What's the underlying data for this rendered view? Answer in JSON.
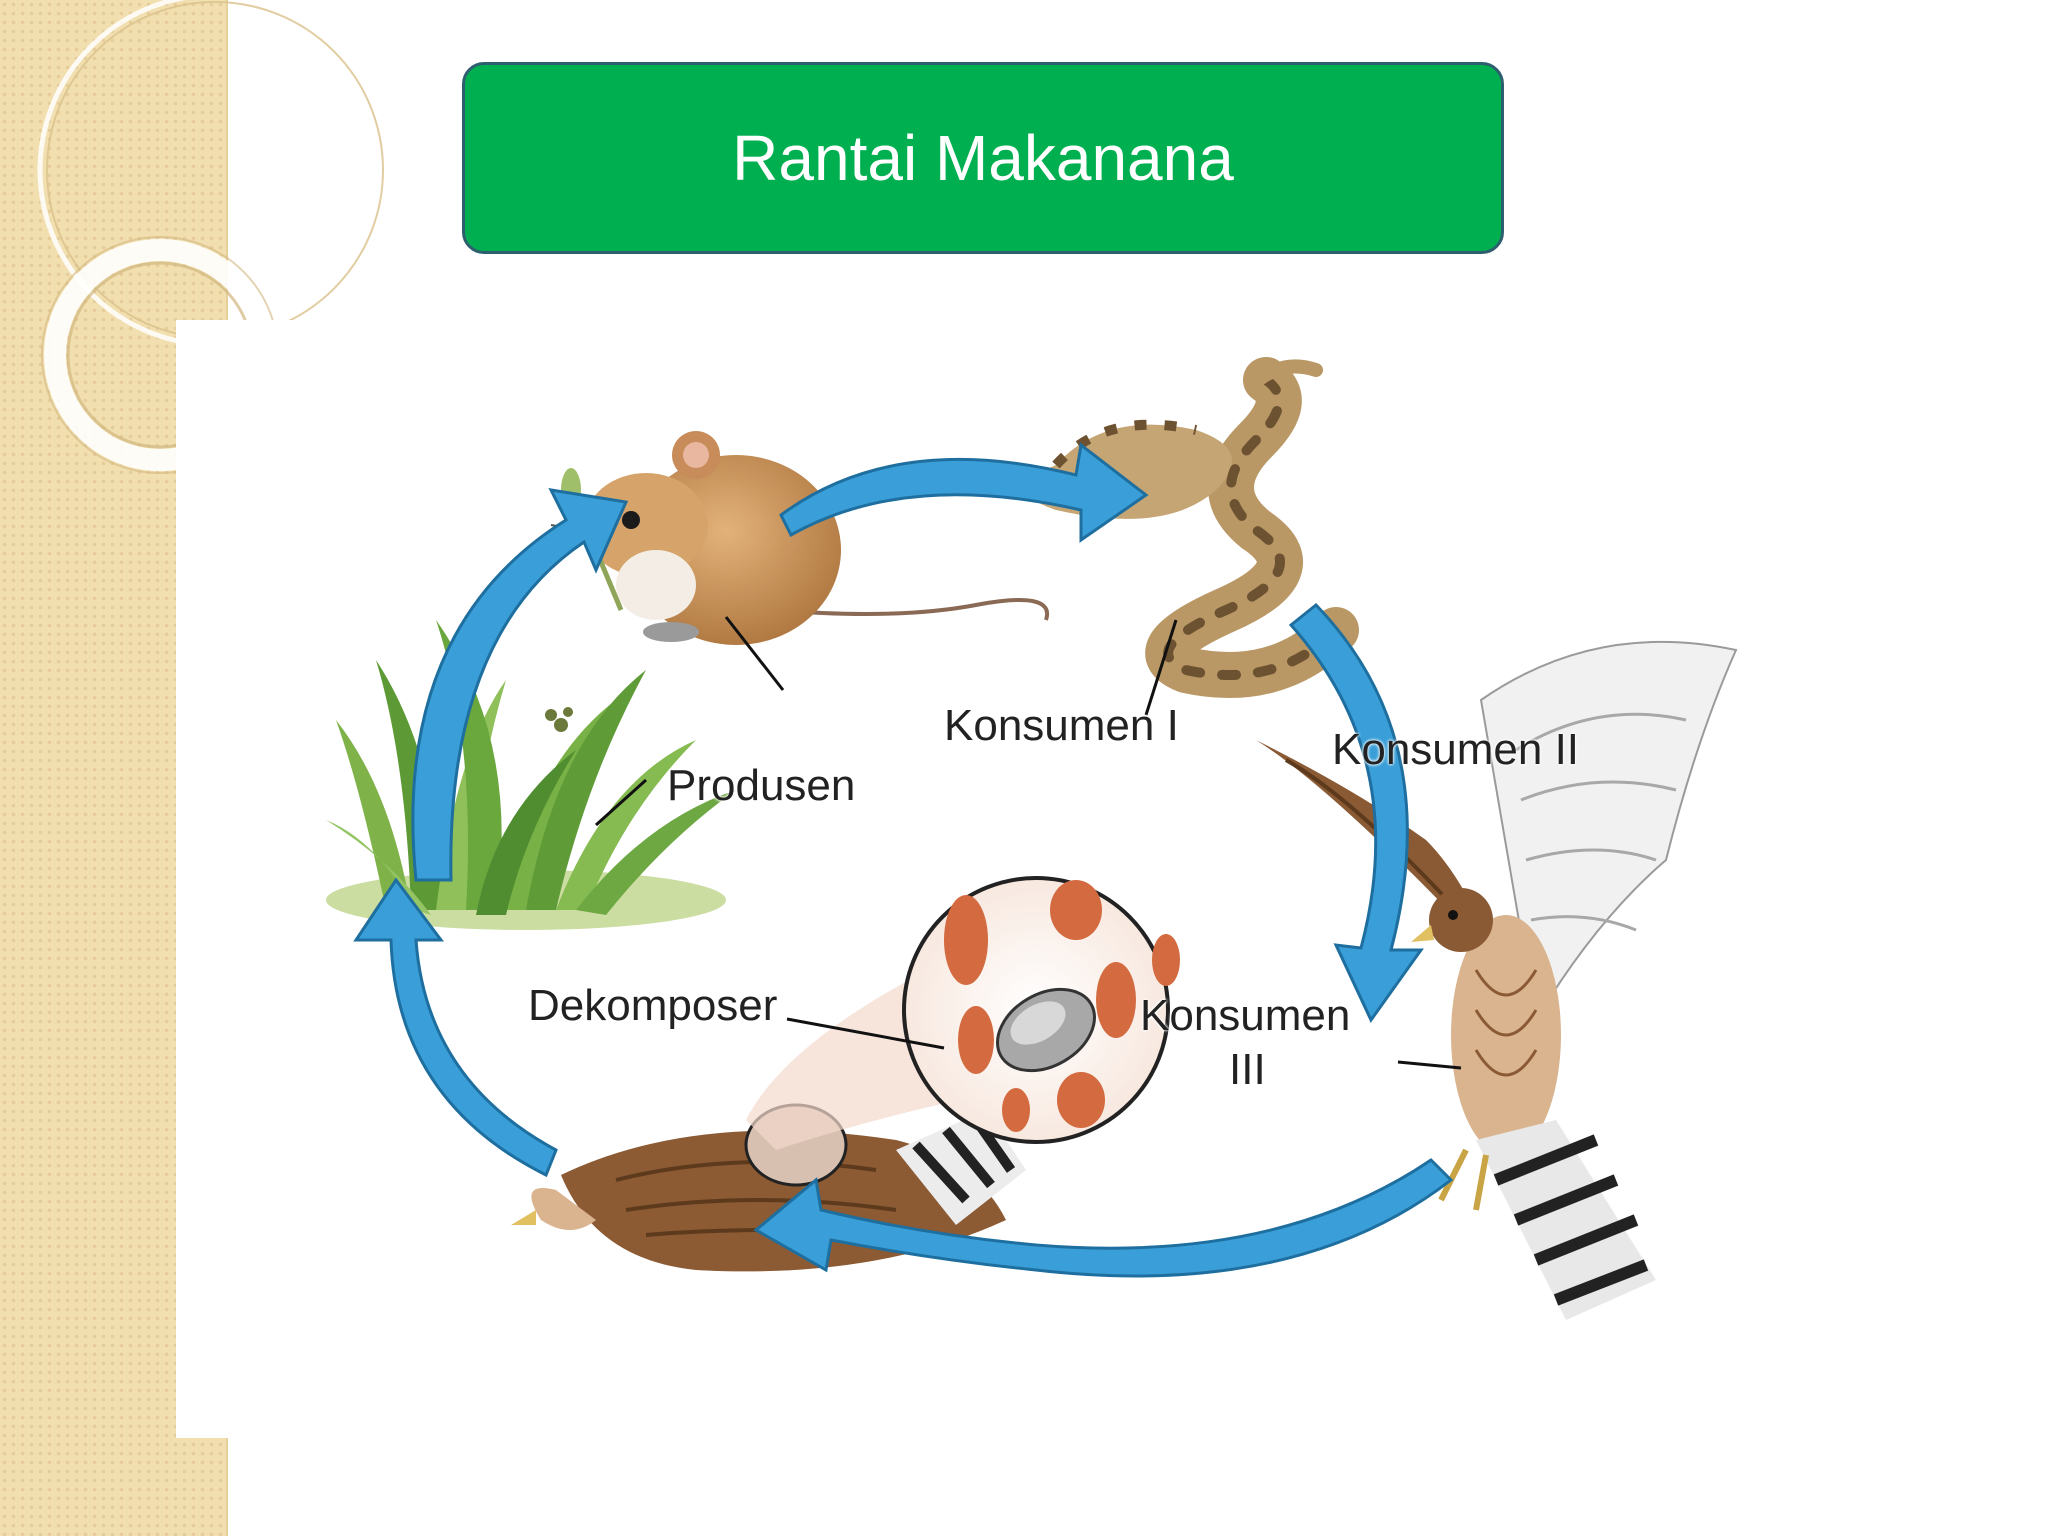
{
  "slide": {
    "title": "Rantai Makanana"
  },
  "diagram": {
    "labels": {
      "produsen": "Produsen",
      "konsumen_1": "Konsumen I",
      "konsumen_2": "Konsumen II",
      "konsumen_3_line1": "Konsumen",
      "konsumen_3_line2": "III",
      "dekomposer": "Dekomposer"
    },
    "colors": {
      "title_fill": "#00b050",
      "title_border": "#2e5f6e",
      "arrow": "#3a9fd8",
      "arrow_outline": "#1e6f9f",
      "background_strip": "#f2dfb0"
    }
  }
}
